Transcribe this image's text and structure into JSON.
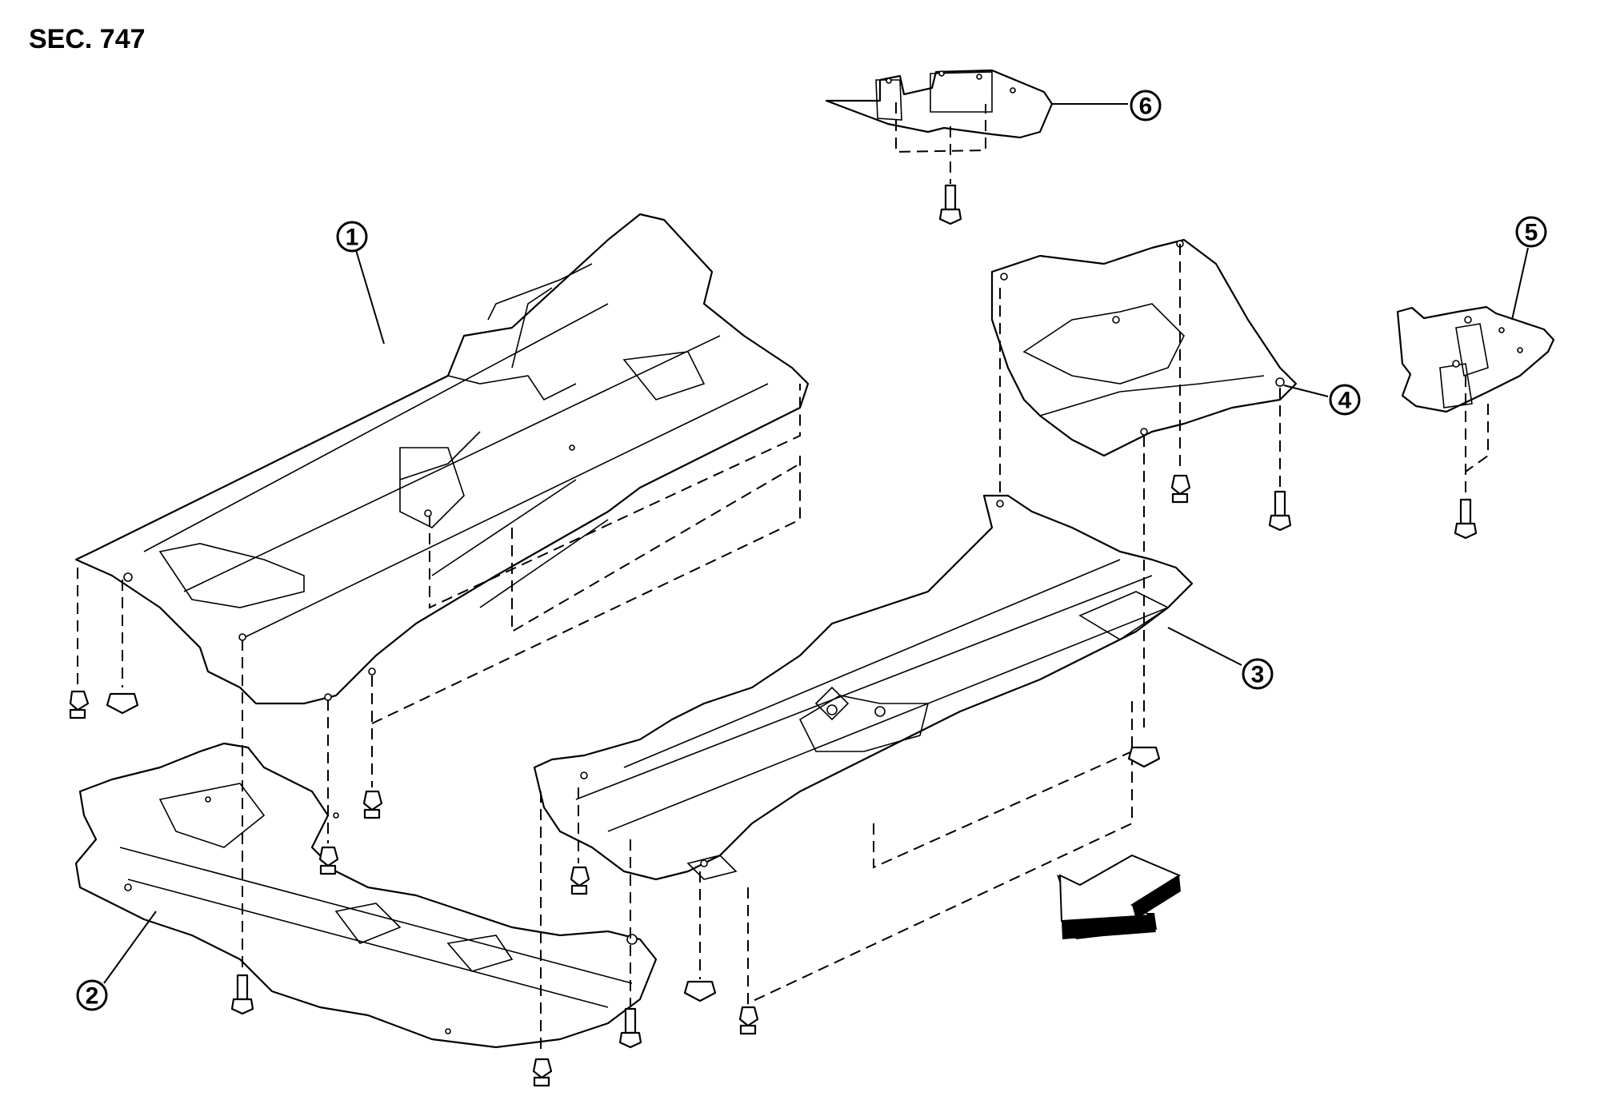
{
  "title": "SEC. 747",
  "callouts": [
    {
      "id": "1",
      "label": "1"
    },
    {
      "id": "2",
      "label": "2"
    },
    {
      "id": "3",
      "label": "3"
    },
    {
      "id": "4",
      "label": "4"
    },
    {
      "id": "5",
      "label": "5"
    },
    {
      "id": "6",
      "label": "6"
    }
  ],
  "direction_arrow": {
    "meaning": "front",
    "icon": "front-direction-arrow-icon"
  }
}
